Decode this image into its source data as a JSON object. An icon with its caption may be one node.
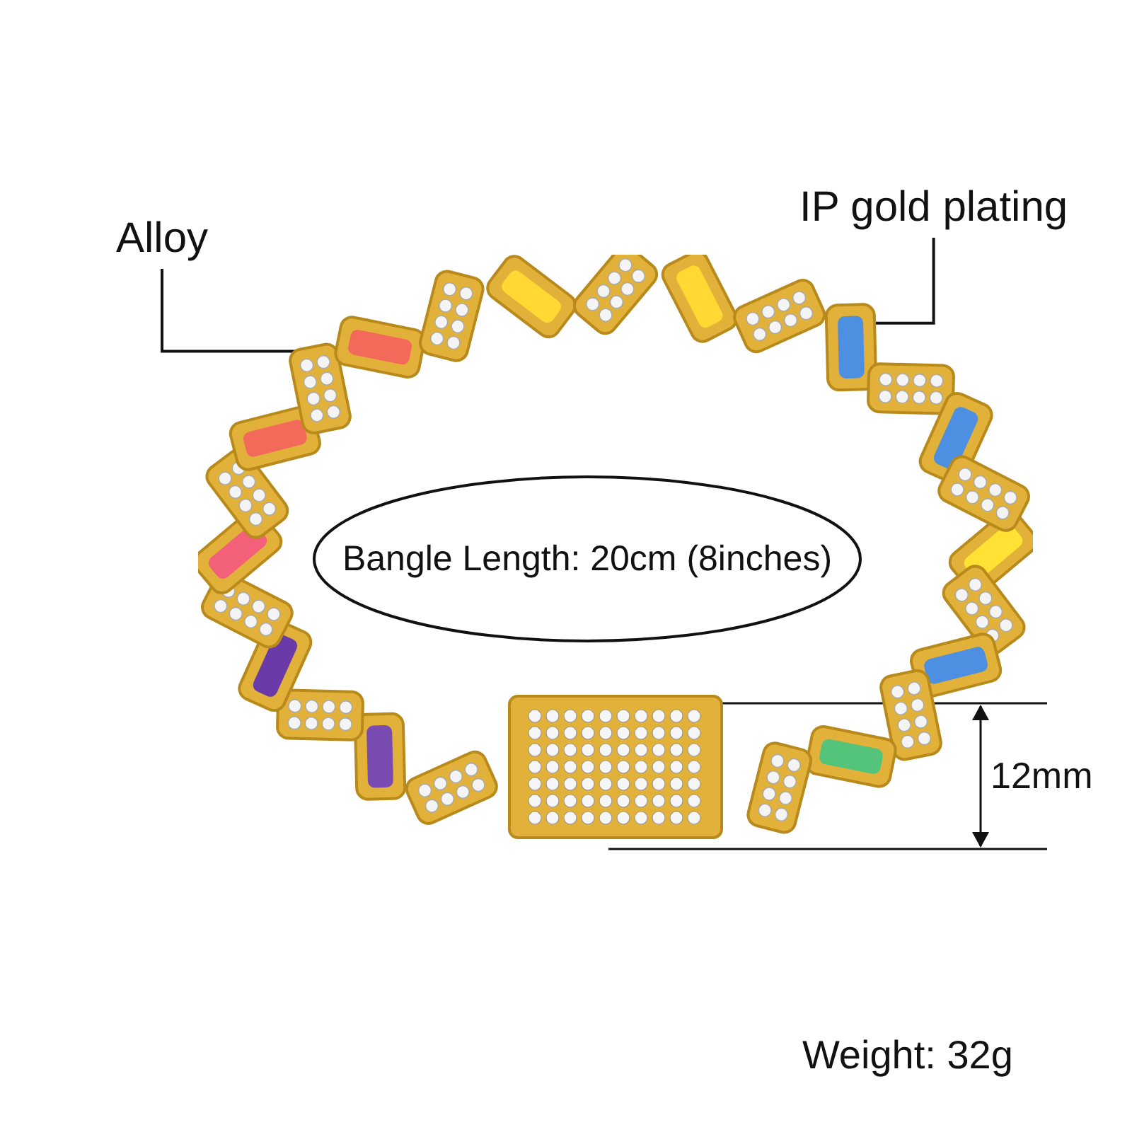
{
  "diagram": {
    "nodes": [
      {
        "text": [
          "Alloy"
        ]
      },
      {
        "text": [
          "IP gold plating"
        ]
      },
      {
        "text": [],
        "shape": "picture"
      },
      {
        "text": [
          "Bangle Length: 20cm (8inches)"
        ],
        "in": 2
      }
    ],
    "edges": [
      {
        "from": 0,
        "to": 2,
        "arrow": "none"
      },
      {
        "from": 1,
        "to": 2,
        "arrow": "none"
      }
    ],
    "labels": [
      "12mm",
      "Weight: 32g"
    ]
  }
}
